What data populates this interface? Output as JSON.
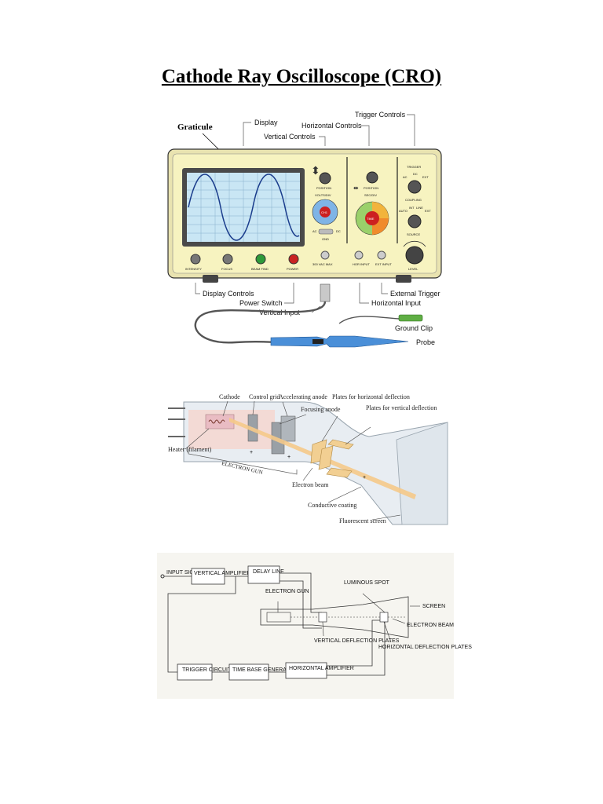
{
  "title": "Cathode Ray Oscilloscope (CRO)",
  "figure1": {
    "labels": {
      "graticule": "Graticule",
      "display": "Display",
      "vertical_controls": "Vertical Controls",
      "horizontal_controls": "Horizontal Controls",
      "trigger_controls": "Trigger Controls",
      "display_controls": "Display Controls",
      "power_switch": "Power Switch",
      "vertical_input": "Vertical Input",
      "horizontal_input": "Horizontal Input",
      "external_trigger": "External Trigger",
      "ground_clip": "Ground Clip",
      "probe": "Probe"
    },
    "panel": {
      "position_v": "POSITION",
      "volts_div": "VOLTS/DIV",
      "gnd": "GND",
      "ac": "AC",
      "dc": "DC",
      "position_h": "POSITION",
      "sec_div": "SEC/DIV",
      "trigger": "TRIGGER",
      "coupling": "COUPLING",
      "source": "SOURCE",
      "level": "LEVEL",
      "intensity": "INTENSITY",
      "focus": "FOCUS",
      "beam_find": "BEAM FIND",
      "power": "POWER",
      "vac_max": "300 VAC MAX",
      "hor_input": "HOR INPUT",
      "ext_input": "EXT INPUT",
      "coupling_ac": "AC",
      "coupling_dc": "DC",
      "coupling_ext": "EXT",
      "source_auto": "AUTO",
      "source_int": "INT",
      "source_line": "LINE",
      "source_ext": "EXT",
      "vert_knob": "CH1",
      "horiz_knob": "TIME"
    }
  },
  "figure2": {
    "labels": {
      "cathode": "Cathode",
      "control_grid": "Control grid",
      "accelerating_anode": "Accelerating anode",
      "focusing_anode": "Focusing anode",
      "plates_horizontal": "Plates for horizontal deflection",
      "plates_vertical": "Plates for vertical deflection",
      "heater": "Heater (filament)",
      "electron_gun": "ELECTRON GUN",
      "electron_beam": "Electron beam",
      "conductive_coating": "Conductive coating",
      "fluorescent_screen": "Fluorescent screen"
    }
  },
  "figure3": {
    "labels": {
      "input_signal": "INPUT SIGNAL",
      "vertical_amplifier": "VERTICAL AMPLIFIER",
      "delay_line": "DELAY LINE",
      "electron_gun": "ELECTRON GUN",
      "luminous_spot": "LUMINOUS SPOT",
      "screen": "SCREEN",
      "electron_beam": "ELECTRON BEAM",
      "vertical_deflection_plates": "VERTICAL DEFLECTION PLATES",
      "horizontal_deflection_plates": "HORIZONTAL DEFLECTION PLATES",
      "trigger_circuit": "TRIGGER CIRCUIT",
      "time_base_generator": "TIME BASE GENERATOR",
      "horizontal_amplifier": "HORIZONTAL AMPLIFIER"
    }
  },
  "colors": {
    "panel": "#f7f3c0",
    "screen": "#c9e6f4",
    "trace": "#1a3c8c",
    "probe": "#4a8fd8",
    "tube": "#e8edf2",
    "beam": "#f5c98a",
    "block_bg": "#f6f5f0"
  }
}
